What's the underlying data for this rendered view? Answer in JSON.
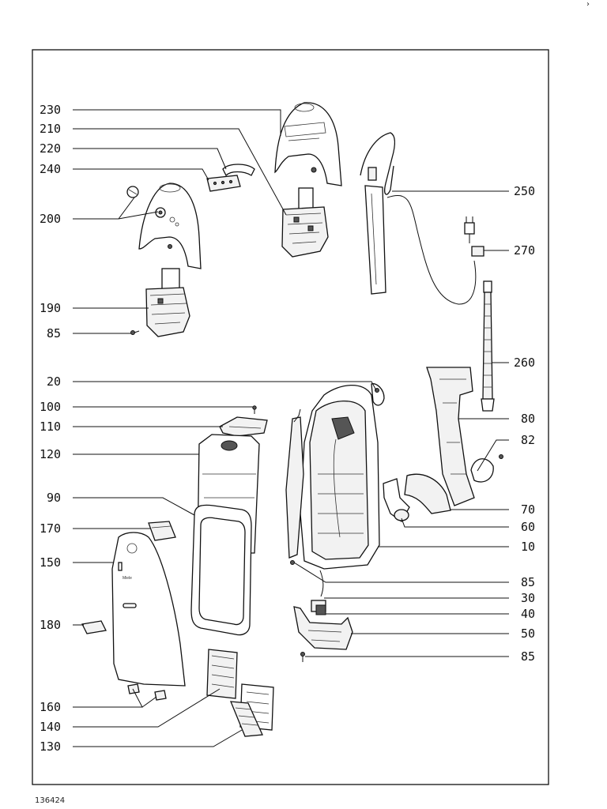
{
  "document_id": "136424",
  "labels": {
    "230": "230",
    "210": "210",
    "220": "220",
    "240": "240",
    "200": "200",
    "190": "190",
    "85": "85",
    "20": "20",
    "100": "100",
    "110": "110",
    "120": "120",
    "90": "90",
    "170": "170",
    "150": "150",
    "180": "180",
    "160": "160",
    "140": "140",
    "130": "130",
    "250": "250",
    "270": "270",
    "260": "260",
    "80": "80",
    "82": "82",
    "70": "70",
    "60": "60",
    "10": "10",
    "30": "30",
    "40": "40",
    "50": "50"
  },
  "mark": "›"
}
